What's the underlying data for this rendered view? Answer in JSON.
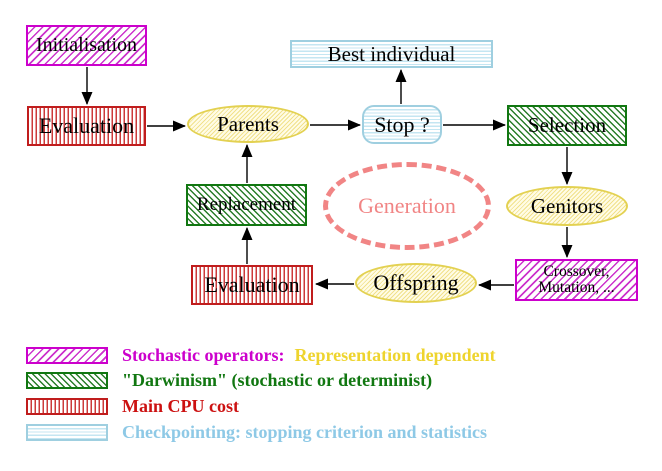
{
  "nodes": {
    "initialisation": "Initialisation",
    "evaluation_top": "Evaluation",
    "parents": "Parents",
    "best_individual": "Best individual",
    "stop": "Stop ?",
    "selection": "Selection",
    "replacement": "Replacement",
    "generation": "Generation",
    "genitors": "Genitors",
    "evaluation_bottom": "Evaluation",
    "crossover_line1": "Crossover,",
    "crossover_line2": "Mutation, ...",
    "offspring": "Offspring"
  },
  "legend": {
    "items": [
      {
        "swatch": "magenta-diagonal-hatch",
        "label": "Stochastic operators:",
        "label2": "Representation dependent"
      },
      {
        "swatch": "green-diagonal-hatch",
        "label": "\"Darwinism\" (stochastic or determinist)"
      },
      {
        "swatch": "red-vertical-stripes",
        "label": "Main CPU cost"
      },
      {
        "swatch": "cyan-horizontal-stripes",
        "label": "Checkpointing: stopping criterion and statistics"
      }
    ]
  },
  "colors": {
    "magenta": "#cc00cc",
    "green": "#117711",
    "red": "#cc1111",
    "cyan": "#8ec9e6",
    "yellow_text": "#eed42e",
    "yellow_node_border": "#e3d151",
    "salmon_dashed": "#f18585",
    "arrow": "#000000"
  }
}
